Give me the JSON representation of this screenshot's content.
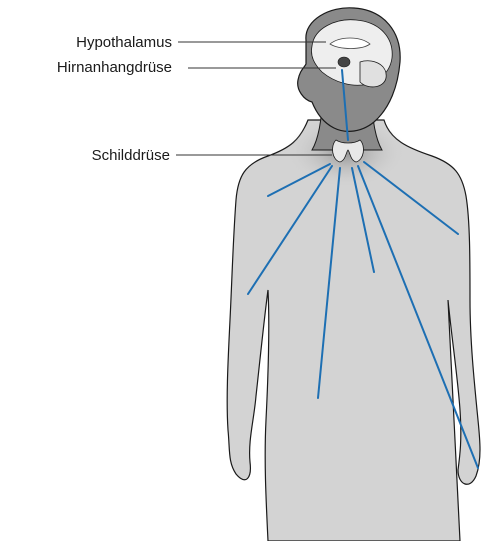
{
  "labels": {
    "hypothalamus": "Hypothalamus",
    "pituitary": "Hirnanhangdrüse",
    "thyroid": "Schilddrüse"
  },
  "colors": {
    "background": "#ffffff",
    "body_fill": "#d3d3d3",
    "body_outline": "#1a1a1a",
    "head_fill": "#8a8a8a",
    "head_highlight": "#a8a8a8",
    "brain_fill": "#eeeeee",
    "signal_line": "#1d6fb3",
    "label_line": "#333333",
    "label_text": "#1a1a1a"
  }
}
